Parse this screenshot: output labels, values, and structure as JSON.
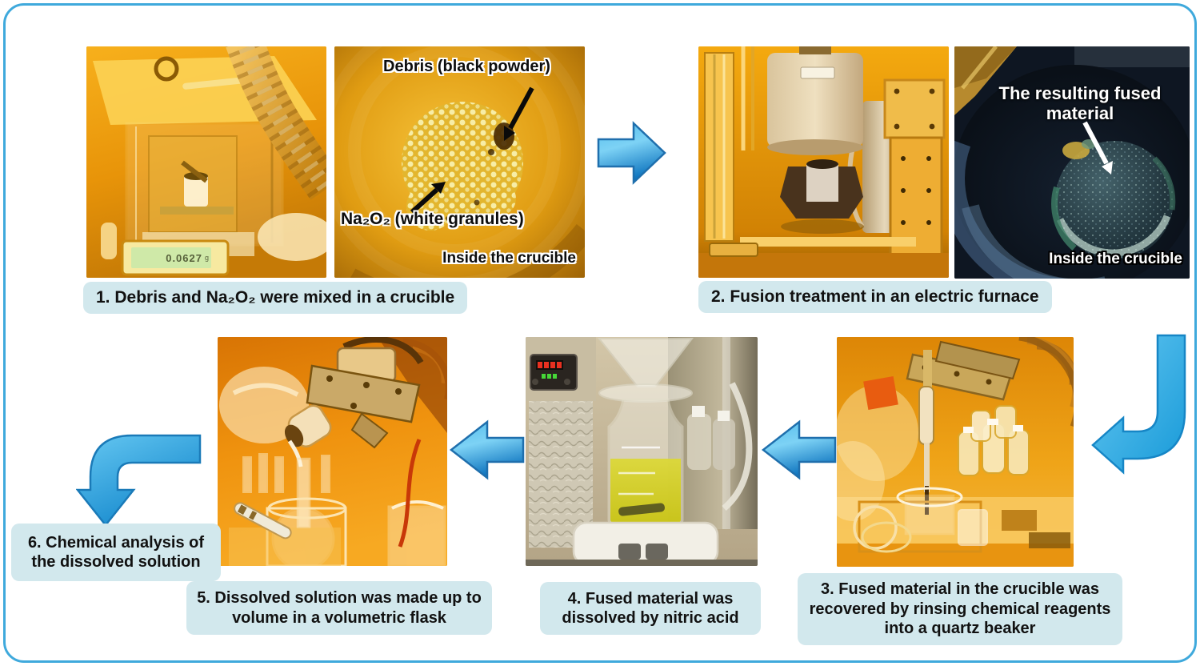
{
  "steps": [
    {
      "caption": "1. Debris and Na₂O₂ were mixed in a crucible"
    },
    {
      "caption": "2. Fusion treatment in an electric furnace"
    },
    {
      "caption": "3. Fused material in the crucible was recovered by rinsing chemical reagents into a quartz beaker"
    },
    {
      "caption": "4. Fused material was dissolved by nitric acid"
    },
    {
      "caption": "5. Dissolved solution was made up to volume in a volumetric flask"
    },
    {
      "caption": "6. Chemical analysis of the dissolved solution"
    }
  ],
  "photos": {
    "weighing": {
      "balance_reading": "0.0627",
      "balance_unit": "g"
    },
    "crucible_before": {
      "label_debris": "Debris (black powder)",
      "label_na2o2": "Na₂O₂ (white granules)",
      "label_location": "Inside the crucible"
    },
    "crucible_after": {
      "label_fused": "The resulting fused material",
      "label_location": "Inside the crucible"
    }
  },
  "colors": {
    "border": "#3fa9dc",
    "caption_bg": "#d2e8ed",
    "caption_text": "#111111",
    "arrow_light": "#7dd2f5",
    "arrow_dark": "#1076c0",
    "arrow_stroke": "#1f6fad",
    "photo_tint_orange": "#e8940c",
    "photo_dark_crucible": "#0e1622"
  }
}
